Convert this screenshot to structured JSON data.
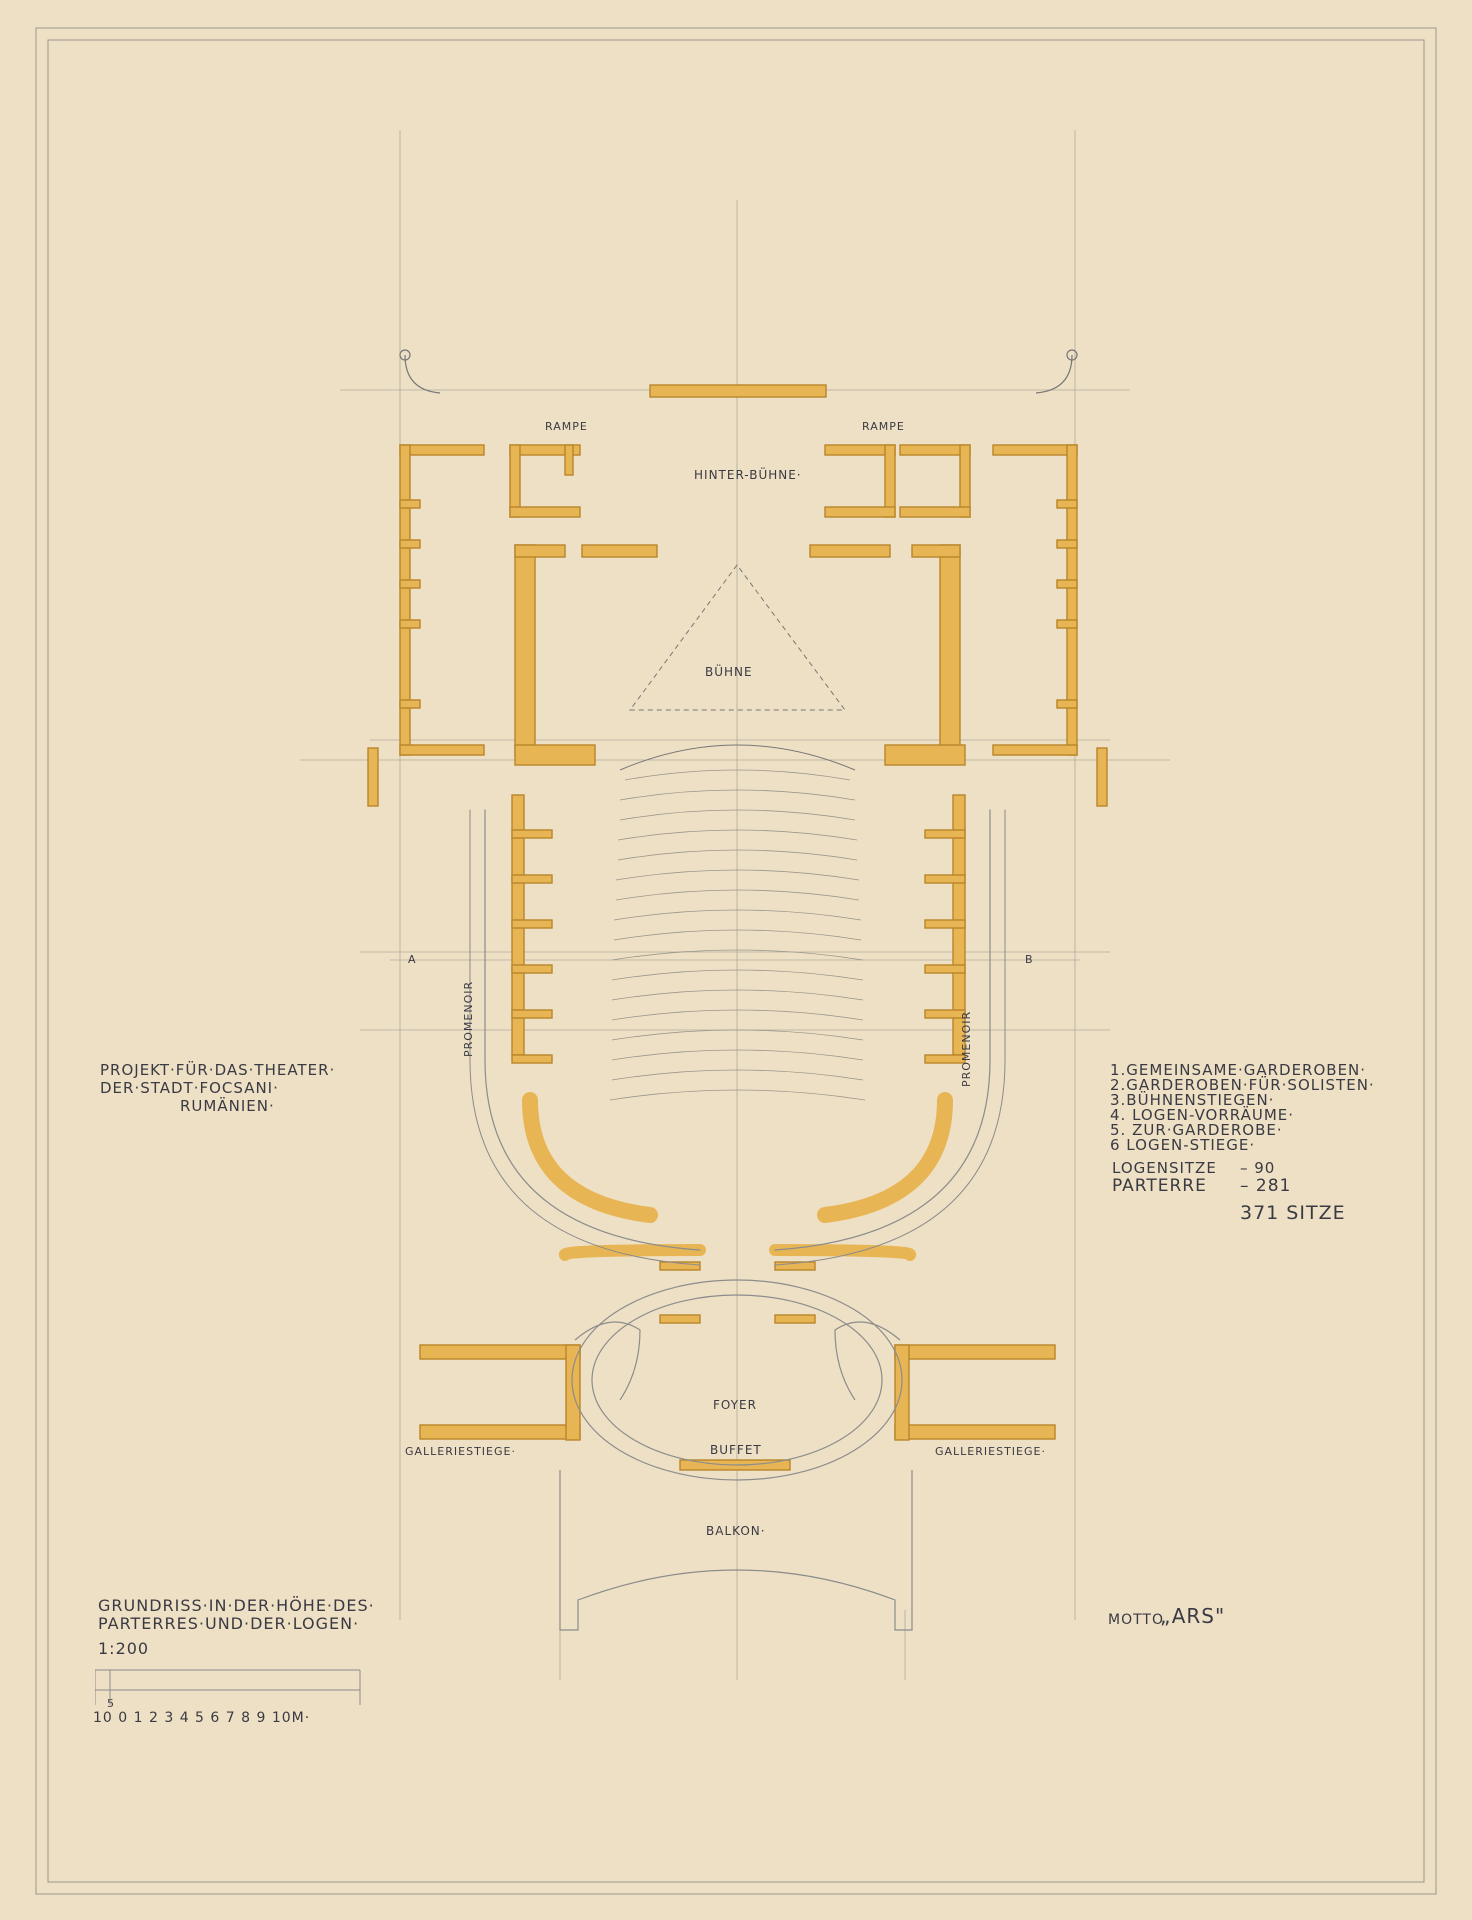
{
  "project": {
    "line1": "PROJEKT·FÜR·DAS·THEATER·",
    "line2": "DER·STADT·FOCSANI·",
    "line3": "RUMÄNIEN·"
  },
  "legend": {
    "items": [
      "1.GEMEINSAME·GARDEROBEN·",
      "2.GARDEROBEN·FÜR·SOLISTEN·",
      "3.BÜHNENSTIEGEN·",
      "4. LOGEN-VORRÄUME·",
      "5. ZUR·GARDEROBE·",
      "6 LOGEN-STIEGE·"
    ]
  },
  "seats": {
    "logensitze_label": "LOGENSITZE",
    "logensitze_value": "– 90",
    "parterre_label": "PARTERRE",
    "parterre_value": "– 281",
    "total": "371 SITZE"
  },
  "caption": {
    "line1": "GRUNDRISS·IN·DER·HÖHE·DES·",
    "line2": "PARTERRES·UND·DER·LOGEN·",
    "scale": "1:200",
    "scale_ticks": "10 0 1 2 3 4 5 6 7 8 9 10M·",
    "scale_five": "5"
  },
  "motto": {
    "label": "MOTTO",
    "value": "„ARS\""
  },
  "rooms": {
    "hinterbuehne": "HINTER-BÜHNE·",
    "buehne": "BÜHNE",
    "rampe": "RAMPE",
    "promenoir": "PROMENOIR",
    "foyer": "FOYER",
    "buffet": "BUFFET",
    "balkon": "BALKON·",
    "galleriestiege": "GALLERIESTIEGE·",
    "section_a": "A",
    "section_b": "B"
  },
  "colors": {
    "paper": "#eee0c4",
    "wall_fill": "#e8b555",
    "wall_stroke": "#b8862a",
    "pencil": "#8c8c8c",
    "ink": "#3a3a44"
  }
}
